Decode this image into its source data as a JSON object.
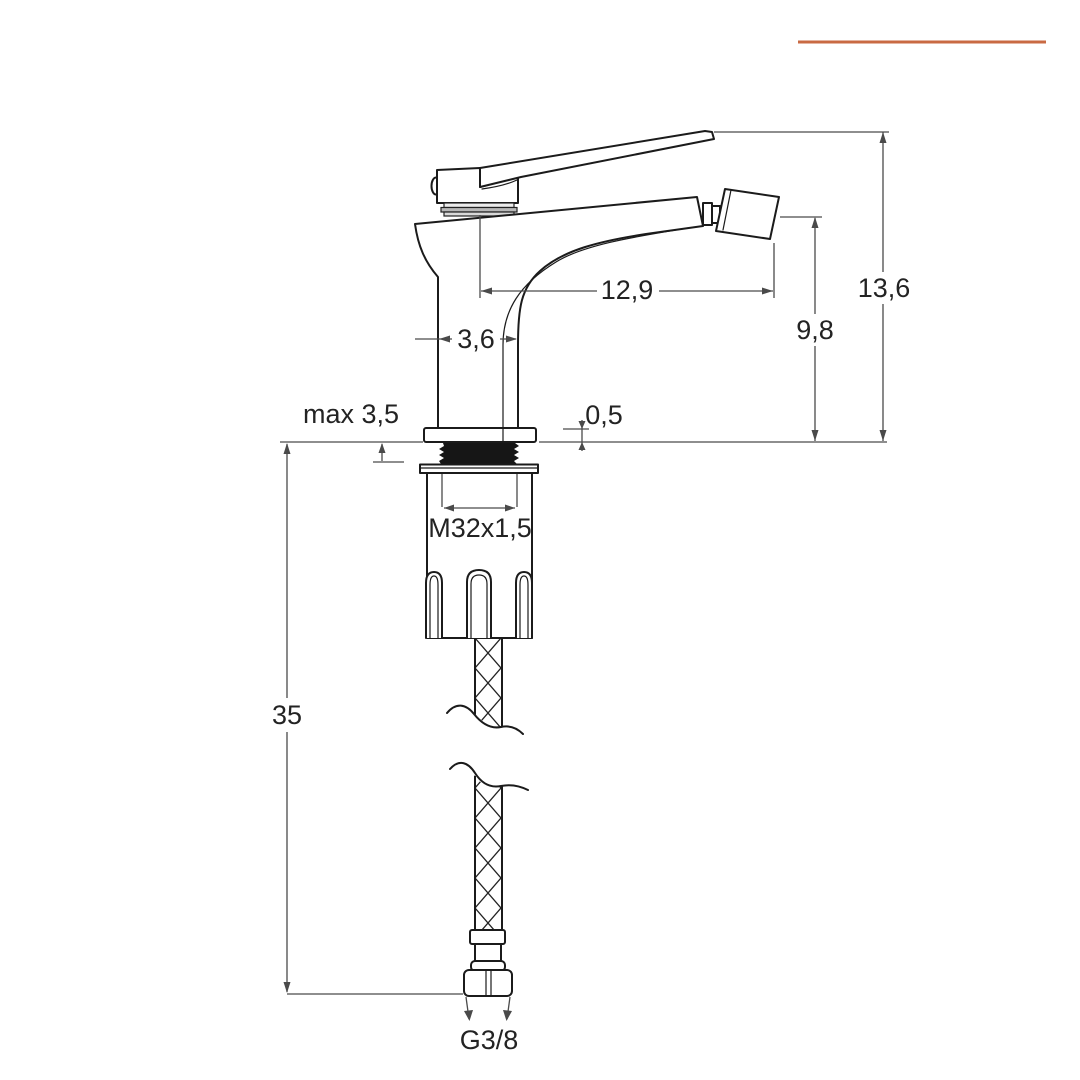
{
  "page": {
    "background": "#ffffff"
  },
  "accent": {
    "color": "#c96a43"
  },
  "labels": {
    "projection": "12,9",
    "total_height": "13,6",
    "spout_height": "9,8",
    "body_width": "3,6",
    "max_counter_thickness": "max 3,5",
    "plate_thickness": "0,5",
    "thread_size_top": "M32x1,5",
    "hose_length": "35",
    "connection_size": "G3/8"
  }
}
